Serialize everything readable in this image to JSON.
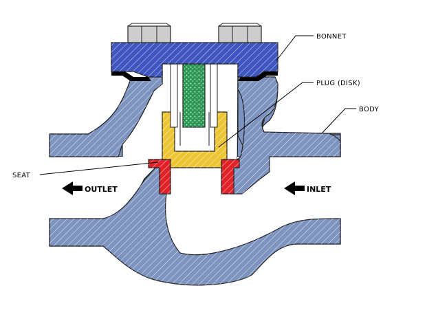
{
  "labels": {
    "bonnet": "BONNET",
    "plug": "PLUG (DISK)",
    "body": "BODY",
    "seat": "SEAT",
    "outlet": "OUTLET",
    "inlet": "INLET"
  },
  "colors": {
    "body": "#7d93c0",
    "bonnet": "#3f55bf",
    "plug": "#ecc534",
    "seat": "#e02128",
    "stem": "#2f9d57",
    "bolt": "#cdcdcd",
    "gasket": "#000000",
    "bore": "#ffffff"
  }
}
